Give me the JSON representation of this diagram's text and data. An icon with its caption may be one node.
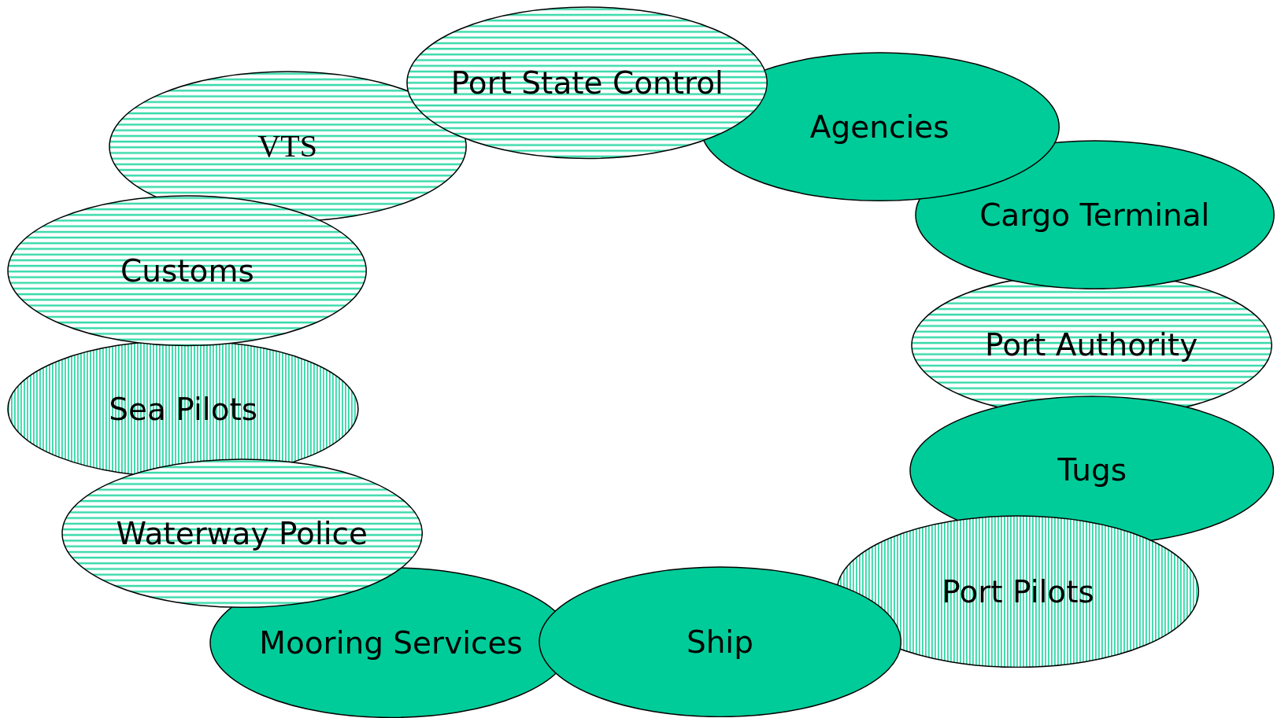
{
  "diagram": {
    "nodes": [
      {
        "text": [
          "Port State Control"
        ]
      },
      {
        "text": [
          "Agencies"
        ]
      },
      {
        "text": [
          "Cargo Terminal"
        ]
      },
      {
        "text": [
          "Port Authority"
        ]
      },
      {
        "text": [
          "Tugs"
        ]
      },
      {
        "text": [
          "Port Pilots"
        ]
      },
      {
        "text": [
          "Ship"
        ]
      },
      {
        "text": [
          "Mooring Services"
        ]
      },
      {
        "text": [
          "Waterway Police"
        ]
      },
      {
        "text": [
          "Sea Pilots"
        ]
      },
      {
        "text": [
          "Customs"
        ]
      },
      {
        "text": [
          "VTS"
        ]
      }
    ]
  }
}
